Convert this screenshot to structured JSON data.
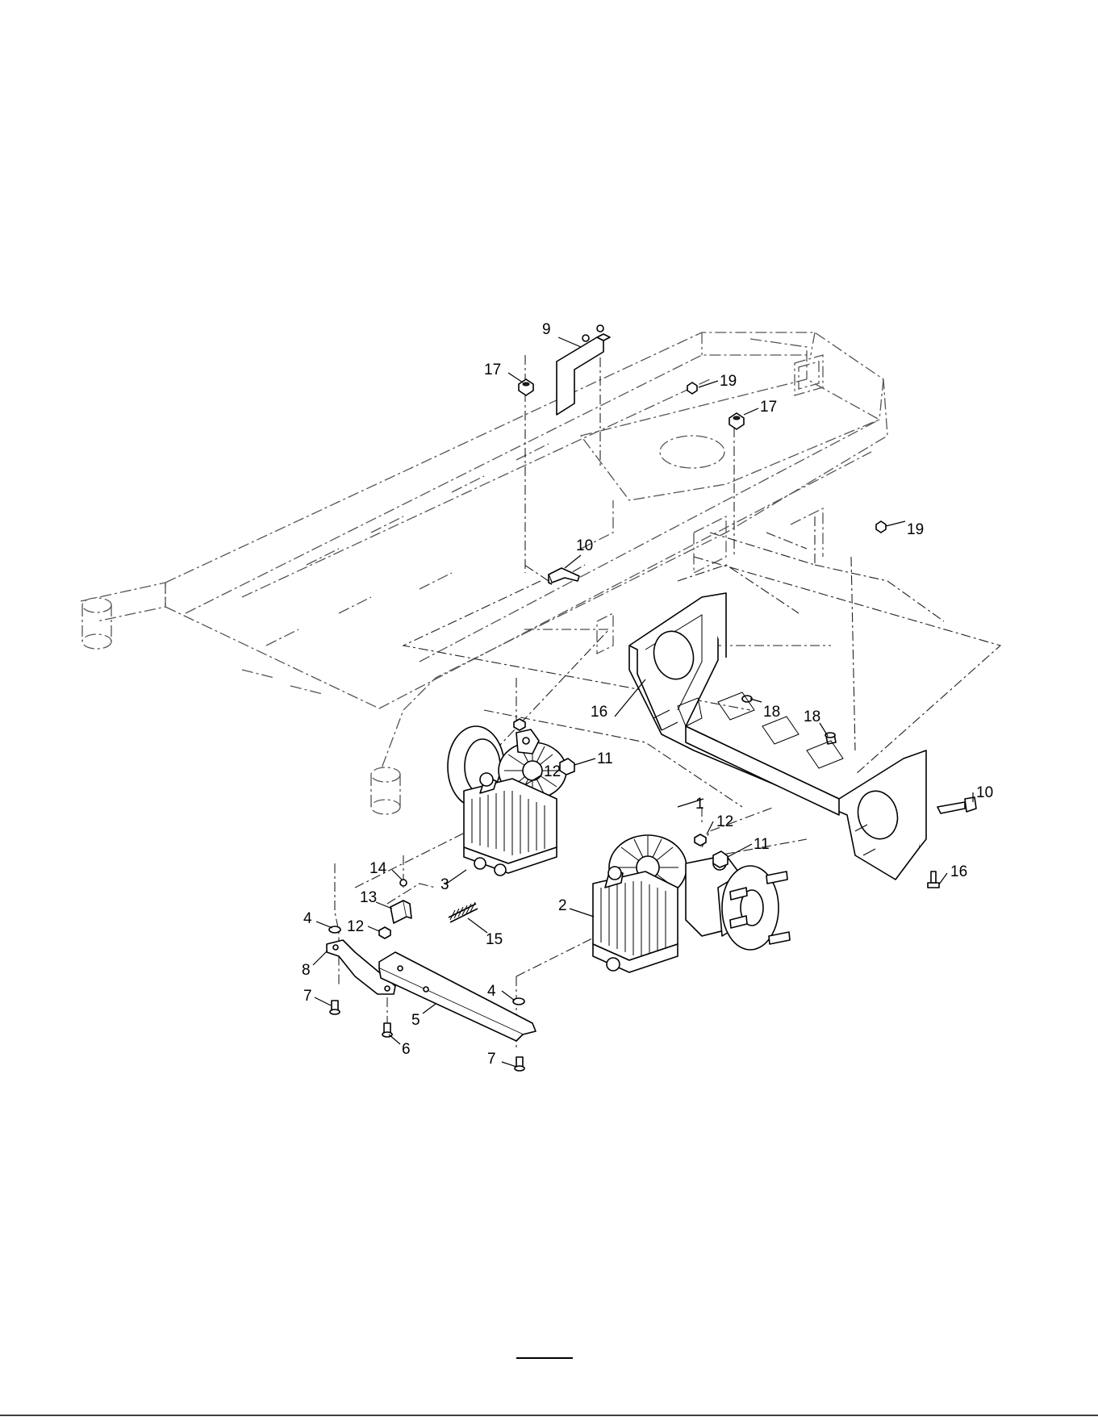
{
  "callouts": [
    {
      "id": "c9",
      "label": "9"
    },
    {
      "id": "c17a",
      "label": "17"
    },
    {
      "id": "c19a",
      "label": "19"
    },
    {
      "id": "c17b",
      "label": "17"
    },
    {
      "id": "c19b",
      "label": "19"
    },
    {
      "id": "c10a",
      "label": "10"
    },
    {
      "id": "c16a",
      "label": "16"
    },
    {
      "id": "c18a",
      "label": "18"
    },
    {
      "id": "c18b",
      "label": "18"
    },
    {
      "id": "c12a",
      "label": "12"
    },
    {
      "id": "c11a",
      "label": "11"
    },
    {
      "id": "c1",
      "label": "1"
    },
    {
      "id": "c10b",
      "label": "10"
    },
    {
      "id": "c12b",
      "label": "12"
    },
    {
      "id": "c11b",
      "label": "11"
    },
    {
      "id": "c3",
      "label": "3"
    },
    {
      "id": "c14",
      "label": "14"
    },
    {
      "id": "c13",
      "label": "13"
    },
    {
      "id": "c16b",
      "label": "16"
    },
    {
      "id": "c4a",
      "label": "4"
    },
    {
      "id": "c12c",
      "label": "12"
    },
    {
      "id": "c2",
      "label": "2"
    },
    {
      "id": "c15",
      "label": "15"
    },
    {
      "id": "c8",
      "label": "8"
    },
    {
      "id": "c7a",
      "label": "7"
    },
    {
      "id": "c4b",
      "label": "4"
    },
    {
      "id": "c5",
      "label": "5"
    },
    {
      "id": "c6",
      "label": "6"
    },
    {
      "id": "c7b",
      "label": "7"
    }
  ]
}
